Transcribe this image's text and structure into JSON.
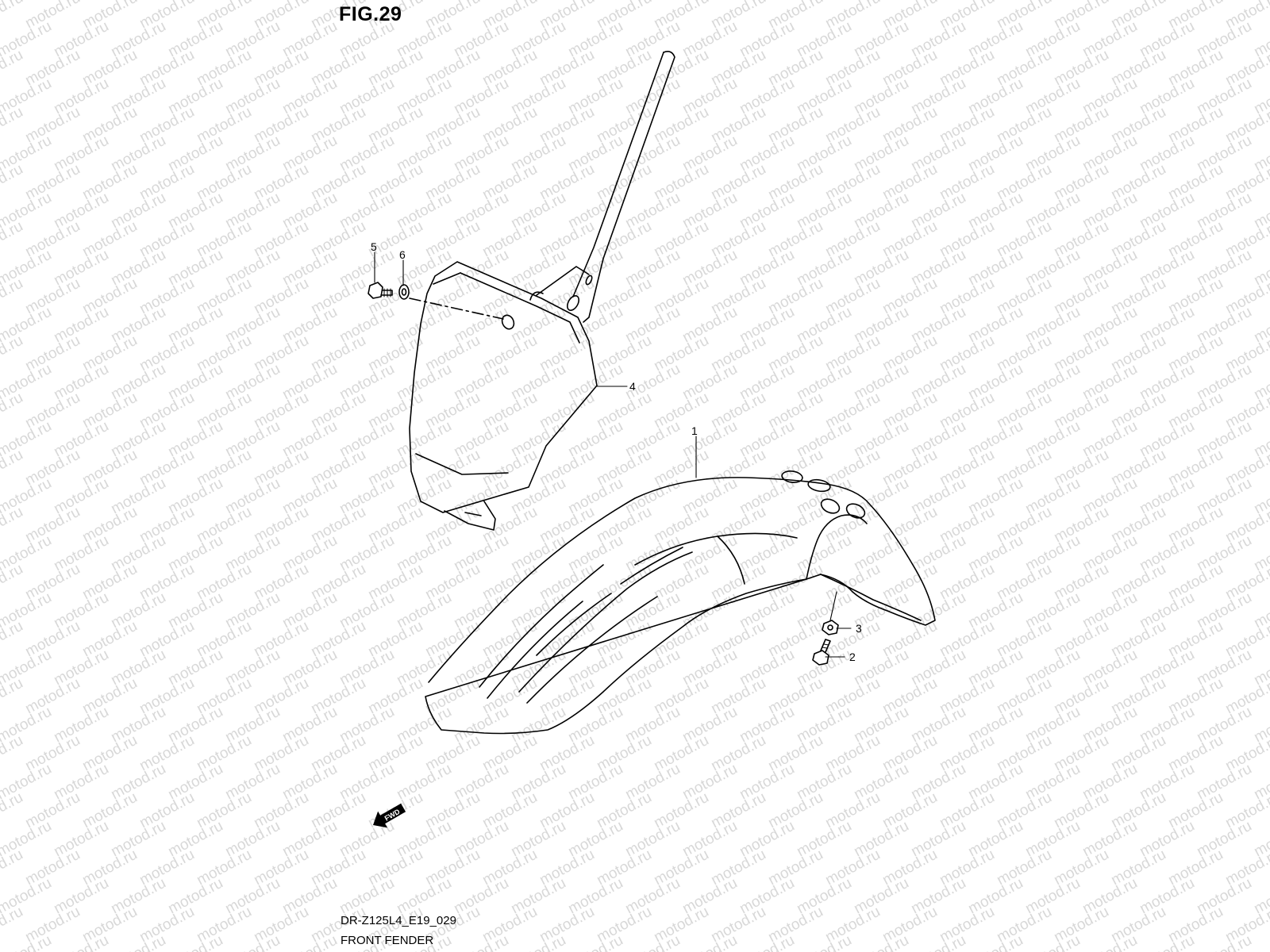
{
  "figure": {
    "title": "FIG.29",
    "code": "DR-Z125L4_E19_029",
    "name": "FRONT FENDER"
  },
  "watermark": {
    "text": "motod.ru",
    "color": "#d8d8d8"
  },
  "callouts": [
    {
      "id": "1",
      "label": "1"
    },
    {
      "id": "2",
      "label": "2"
    },
    {
      "id": "3",
      "label": "3"
    },
    {
      "id": "4",
      "label": "4"
    },
    {
      "id": "5",
      "label": "5"
    },
    {
      "id": "6",
      "label": "6"
    }
  ],
  "fwd_badge": {
    "text": "FWD"
  },
  "colors": {
    "line": "#000000",
    "background": "#ffffff"
  }
}
